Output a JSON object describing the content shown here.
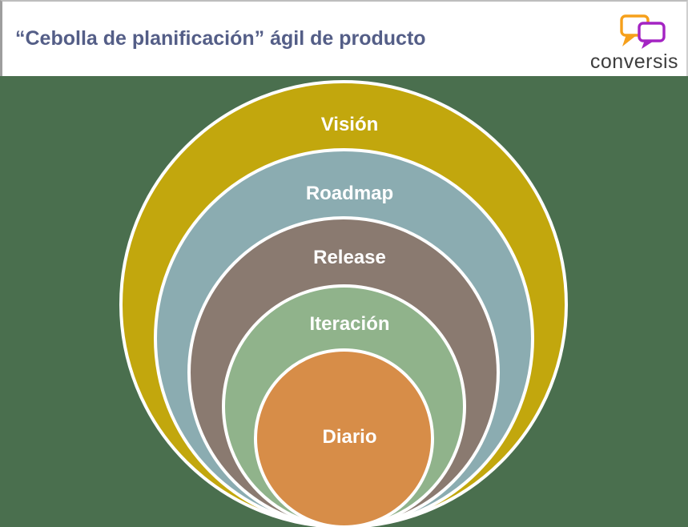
{
  "header": {
    "title": "“Cebolla de planificación” ágil de producto",
    "title_color": "#545E87",
    "logo": {
      "text": "conversis",
      "text_color": "#3d3d3d",
      "bubble_orange": "#F6A01B",
      "bubble_purple": "#A424C3"
    }
  },
  "diagram": {
    "type": "onion-concentric-circles",
    "background_color": "#4A6F4E",
    "ring_border_color": "#ffffff",
    "layers": [
      {
        "label": "Visión",
        "color": "#C2A70D"
      },
      {
        "label": "Roadmap",
        "color": "#8BACB1"
      },
      {
        "label": "Release",
        "color": "#8A7A70"
      },
      {
        "label": "Iteración",
        "color": "#90B38B"
      },
      {
        "label": "Diario",
        "color": "#D78D48"
      }
    ]
  }
}
